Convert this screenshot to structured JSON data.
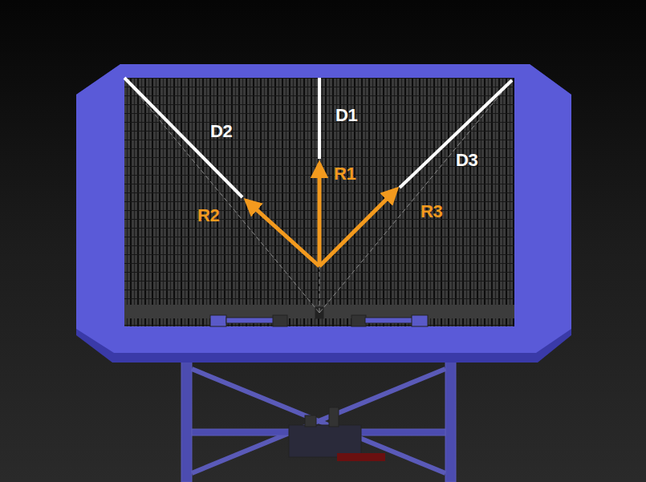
{
  "diagram": {
    "labels": [
      "D1",
      "D2",
      "D3",
      "R1",
      "R2",
      "R3"
    ]
  }
}
